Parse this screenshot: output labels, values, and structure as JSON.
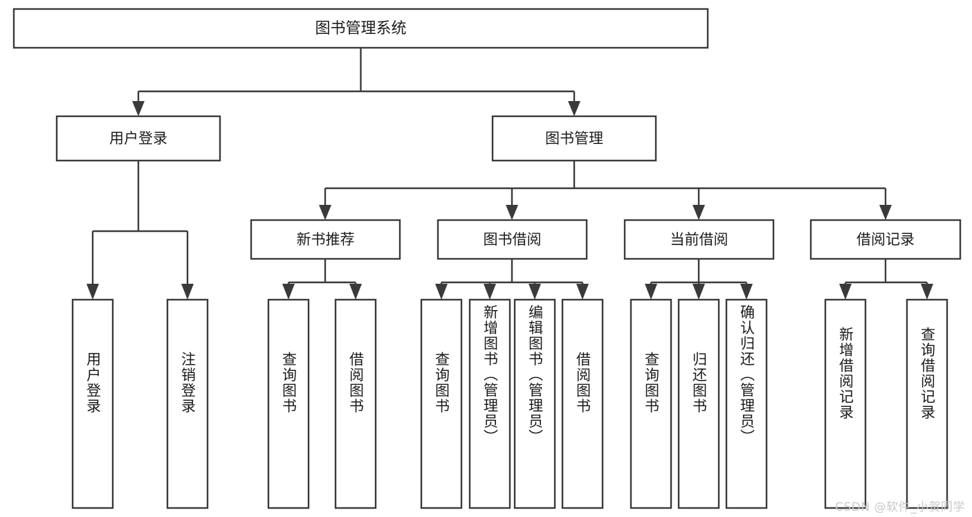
{
  "diagram": {
    "type": "tree-hierarchy",
    "title": "图书管理系统",
    "style": {
      "box_fill": "#ffffff",
      "box_stroke": "#3a3a3a",
      "text_color": "#1b1b1b",
      "background": "#ffffff",
      "watermark_color": "#c9c9c9"
    },
    "root": {
      "label": "图书管理系统"
    },
    "level2": [
      {
        "label": "用户登录"
      },
      {
        "label": "图书管理"
      }
    ],
    "level3": [
      {
        "label": "新书推荐"
      },
      {
        "label": "图书借阅"
      },
      {
        "label": "当前借阅"
      },
      {
        "label": "借阅记录"
      }
    ],
    "leaves": {
      "user_login": [
        {
          "label": "用户登录"
        },
        {
          "label": "注销登录"
        }
      ],
      "new_book_recommend": [
        {
          "label": "查询图书"
        },
        {
          "label": "借阅图书"
        }
      ],
      "book_borrow": [
        {
          "label": "查询图书"
        },
        {
          "label": "新增图书（管理员）"
        },
        {
          "label": "编辑图书（管理员）"
        },
        {
          "label": "借阅图书"
        }
      ],
      "current_borrow": [
        {
          "label": "查询图书"
        },
        {
          "label": "归还图书"
        },
        {
          "label": "确认归还（管理员）"
        }
      ],
      "borrow_records": [
        {
          "label": "新增借阅记录"
        },
        {
          "label": "查询借阅记录"
        }
      ]
    }
  },
  "watermark": {
    "text": "CSDN @软件_小贺同学"
  }
}
